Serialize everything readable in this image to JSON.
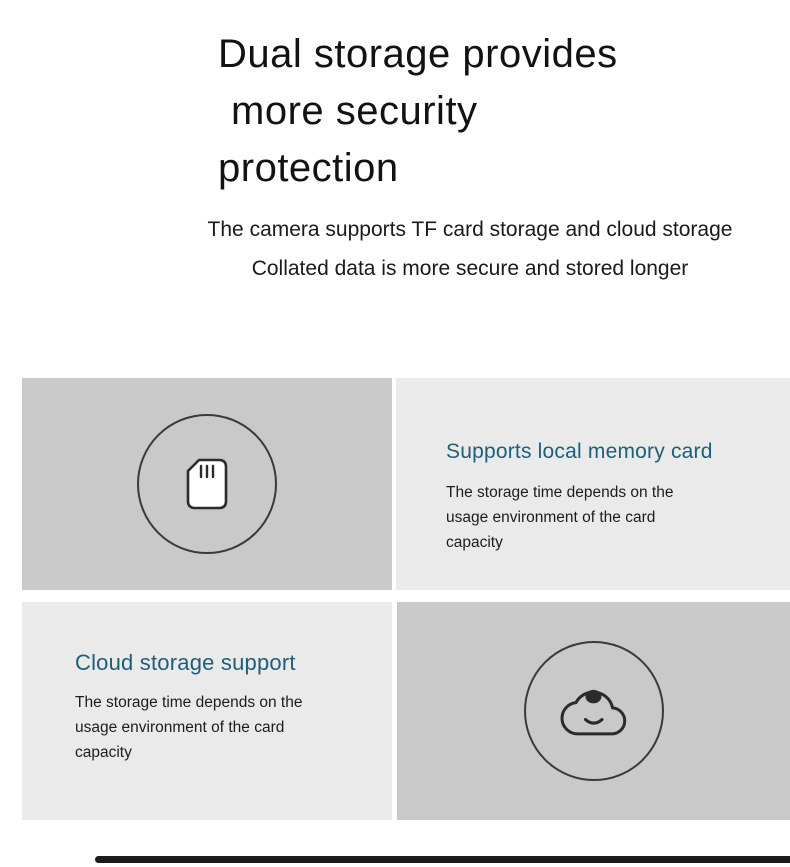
{
  "header": {
    "title_lines": [
      "Dual storage provides",
      "more security",
      "protection"
    ],
    "subtitle_lines": [
      "The camera supports TF card storage and cloud storage",
      "Collated data is more secure and stored longer"
    ]
  },
  "features": [
    {
      "heading": "Supports local memory card",
      "body": "The storage time depends on the usage environment of the card capacity",
      "icon": "tf-card-icon"
    },
    {
      "heading": "Cloud storage support",
      "body": "The storage time depends on the usage environment of the card capacity",
      "icon": "cloud-icon"
    }
  ],
  "colors": {
    "accent_heading": "#1d5e7b",
    "cell_gray": "#c9c9c9",
    "cell_light": "#eaeaea",
    "icon_stroke": "#2b2b2b",
    "bottom_bar": "#1b1b1b"
  }
}
